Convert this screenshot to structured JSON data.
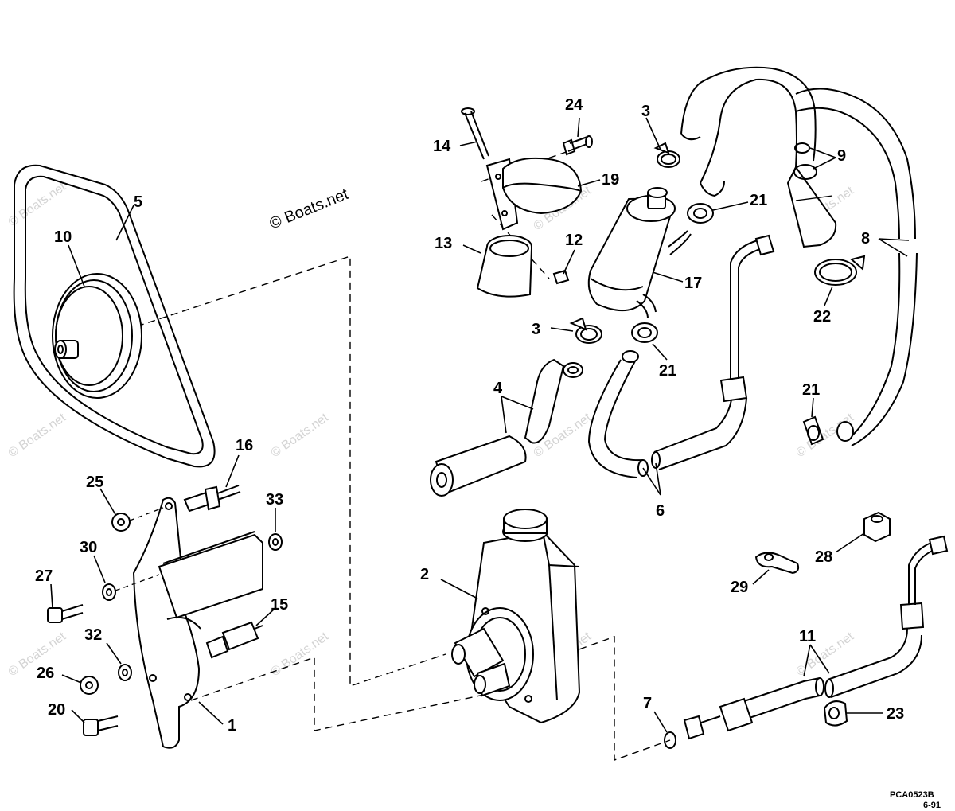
{
  "brand": "© Boats.net",
  "drawing_code": "PCA0523B",
  "drawing_date": "6-91",
  "parts": [
    {
      "id": "p1",
      "label": "1"
    },
    {
      "id": "p2",
      "label": "2"
    },
    {
      "id": "p3a",
      "label": "3"
    },
    {
      "id": "p3b",
      "label": "3"
    },
    {
      "id": "p4",
      "label": "4"
    },
    {
      "id": "p5",
      "label": "5"
    },
    {
      "id": "p6",
      "label": "6"
    },
    {
      "id": "p7",
      "label": "7"
    },
    {
      "id": "p8",
      "label": "8"
    },
    {
      "id": "p9",
      "label": "9"
    },
    {
      "id": "p10",
      "label": "10"
    },
    {
      "id": "p11",
      "label": "11"
    },
    {
      "id": "p12",
      "label": "12"
    },
    {
      "id": "p13",
      "label": "13"
    },
    {
      "id": "p14",
      "label": "14"
    },
    {
      "id": "p15",
      "label": "15"
    },
    {
      "id": "p16",
      "label": "16"
    },
    {
      "id": "p17",
      "label": "17"
    },
    {
      "id": "p19",
      "label": "19"
    },
    {
      "id": "p20",
      "label": "20"
    },
    {
      "id": "p21a",
      "label": "21"
    },
    {
      "id": "p21b",
      "label": "21"
    },
    {
      "id": "p21c",
      "label": "21"
    },
    {
      "id": "p22",
      "label": "22"
    },
    {
      "id": "p23",
      "label": "23"
    },
    {
      "id": "p24",
      "label": "24"
    },
    {
      "id": "p25",
      "label": "25"
    },
    {
      "id": "p26",
      "label": "26"
    },
    {
      "id": "p27",
      "label": "27"
    },
    {
      "id": "p28",
      "label": "28"
    },
    {
      "id": "p29",
      "label": "29"
    },
    {
      "id": "p30",
      "label": "30"
    },
    {
      "id": "p32",
      "label": "32"
    },
    {
      "id": "p33",
      "label": "33"
    }
  ]
}
